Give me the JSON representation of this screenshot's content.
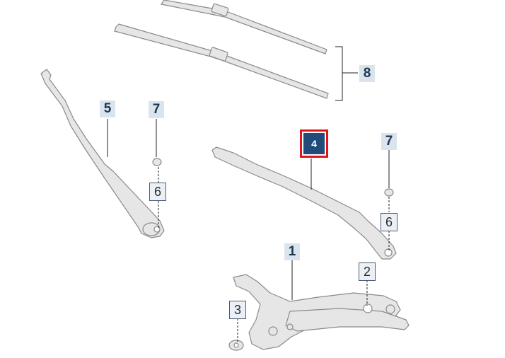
{
  "diagram": {
    "callouts": [
      {
        "id": "c1",
        "label": "1"
      },
      {
        "id": "c2",
        "label": "2"
      },
      {
        "id": "c3",
        "label": "3"
      },
      {
        "id": "c4",
        "label": "4",
        "selected": true
      },
      {
        "id": "c5",
        "label": "5"
      },
      {
        "id": "c6a",
        "label": "6"
      },
      {
        "id": "c6b",
        "label": "6"
      },
      {
        "id": "c7a",
        "label": "7"
      },
      {
        "id": "c7b",
        "label": "7"
      },
      {
        "id": "c8",
        "label": "8"
      }
    ],
    "colors": {
      "part_fill": "#e6e6e6",
      "part_stroke": "#8a8a8a",
      "callout_fill": "#d9e4ef",
      "callout_text": "#22354f",
      "selected_fill": "#234b7a",
      "selected_outline": "#e0151c"
    }
  }
}
